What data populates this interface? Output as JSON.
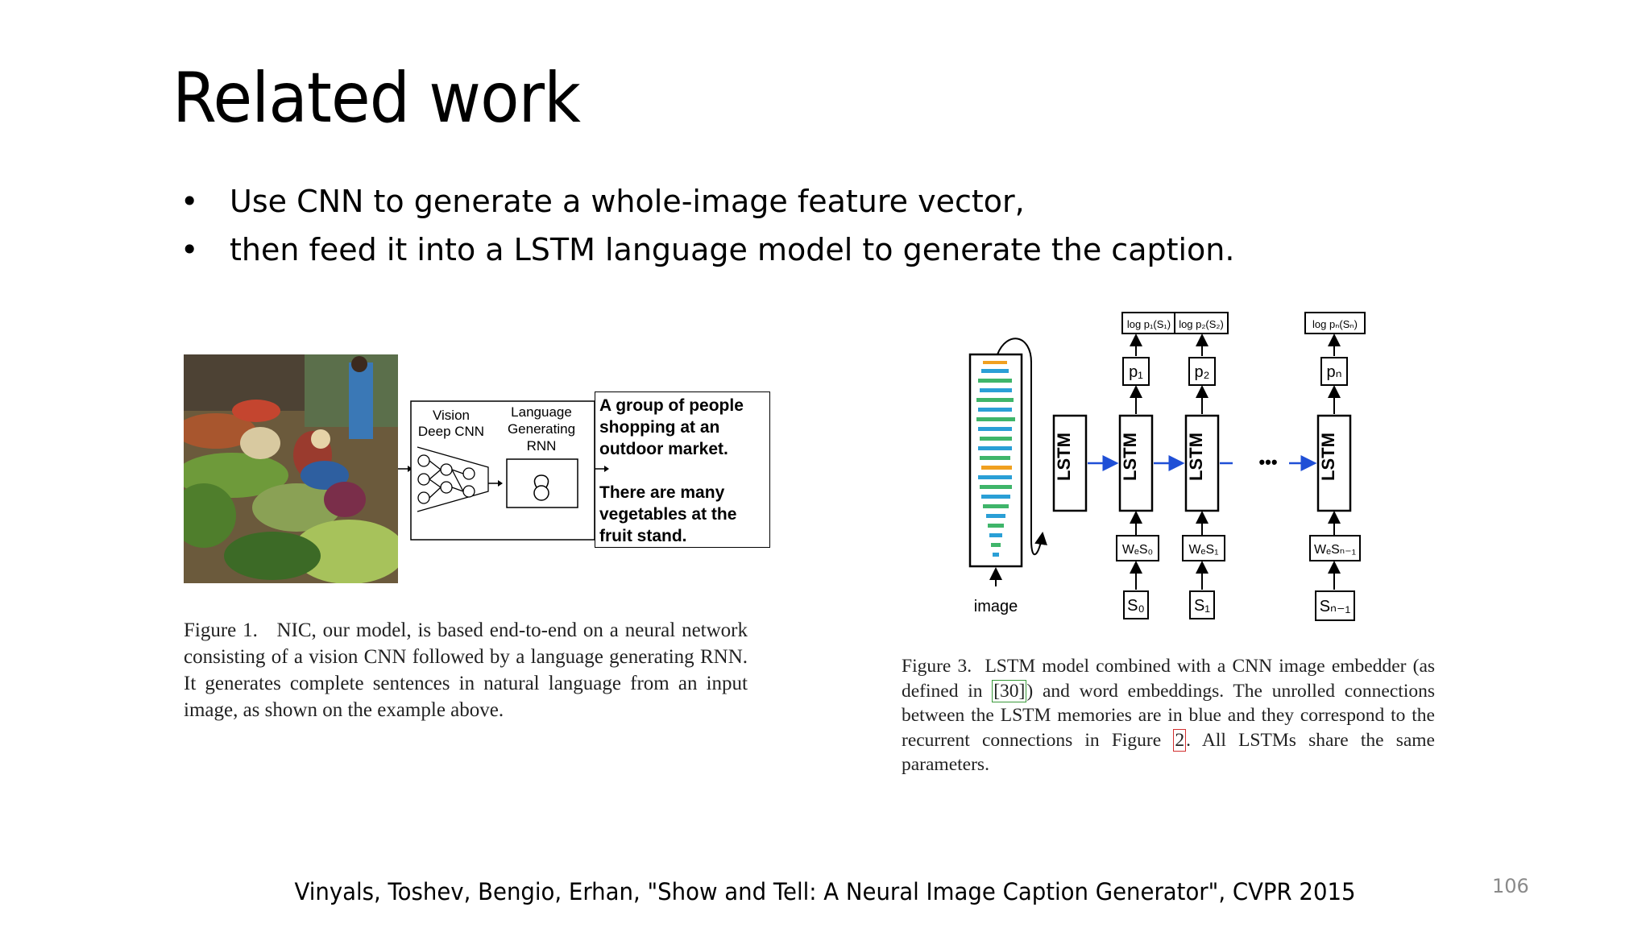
{
  "slide": {
    "title": "Related work",
    "bullets": [
      "Use CNN to generate a whole-image feature vector,",
      "then feed it into a LSTM language model to generate the caption."
    ],
    "page_number": "106"
  },
  "figure1": {
    "vision_label_1": "Vision",
    "vision_label_2": "Deep CNN",
    "language_label_1": "Language",
    "language_label_2": "Generating",
    "language_label_3": "RNN",
    "output_lines": [
      "A group of people",
      "shopping at an",
      "outdoor market.",
      "",
      "There are many",
      "vegetables at the",
      "fruit stand."
    ],
    "caption_prefix": "Figure 1.",
    "caption": "NIC, our model, is based end-to-end on a neural network consisting of a vision CNN followed by a language generating RNN. It generates complete sentences in natural language from an input image, as shown on the example above."
  },
  "figure3": {
    "image_label": "image",
    "lstm_label": "LSTM",
    "top_labels": [
      "log p₁(S₁)",
      "log p₂(S₂)",
      "log pₙ(Sₙ)"
    ],
    "p_labels": [
      "p₁",
      "p₂",
      "pₙ"
    ],
    "embed_labels": [
      "WₑS₀",
      "WₑS₁",
      "WₑSₙ₋₁"
    ],
    "s_labels": [
      "S₀",
      "S₁",
      "Sₙ₋₁"
    ],
    "ellipsis": "•••",
    "caption_prefix": "Figure 3.",
    "caption_part1": "LSTM model combined with a CNN image embedder (as defined in ",
    "cite_30": "[30]",
    "caption_part2": ") and word embeddings. The unrolled connections between the LSTM memories are in blue and they correspond to the recurrent connections in Figure ",
    "cite_2": "2",
    "caption_part3": ". All LSTMs share the same parameters."
  },
  "footer": {
    "authors": "Vinyals, Toshev, Bengio, Erhan, ",
    "paper_title": "\"Show and Tell: A Neural Image Caption Generator\"",
    "venue": ", CVPR 2015"
  },
  "colors": {
    "arrow_blue": "#1f4fd6",
    "citation_green": "#3a9a3a",
    "citation_red": "#d23030"
  }
}
